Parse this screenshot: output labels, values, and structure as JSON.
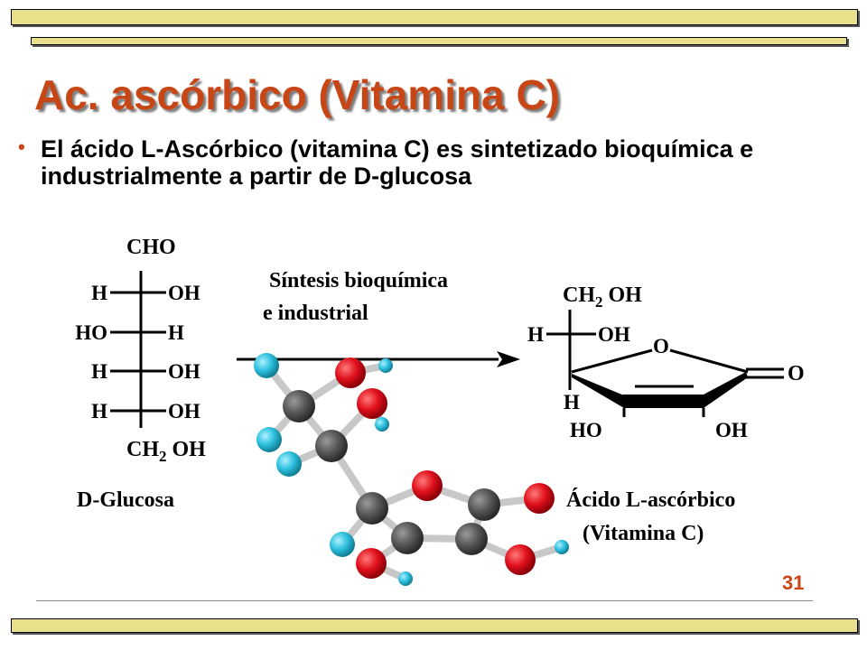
{
  "slide": {
    "title": "Ac. ascórbico (Vitamina C)",
    "bullet": "El ácido L-Ascórbico (vitamina C) es sintetizado bioquímica e industrialmente a partir de D-glucosa",
    "page_number": "31",
    "colors": {
      "accent": "#c84616",
      "bar": "#e8e08a",
      "oxygen": "#e0101c",
      "carbon": "#575757",
      "hydrogen": "#2cc0de"
    }
  },
  "glucose": {
    "top": "CHO",
    "rows": [
      {
        "left": "H",
        "right": "OH"
      },
      {
        "left": "HO",
        "right": "H"
      },
      {
        "left": "H",
        "right": "OH"
      },
      {
        "left": "H",
        "right": "OH"
      }
    ],
    "bottom_main": "CH",
    "bottom_sub": "2",
    "bottom_end": " OH",
    "name": "D-Glucosa"
  },
  "arrow": {
    "line1": "Síntesis bioquímica",
    "line2": "e industrial"
  },
  "ascorbic": {
    "ch2oh_main": "CH",
    "ch2oh_sub": "2",
    "ch2oh_end": " OH",
    "side_h": "H",
    "side_oh": "OH",
    "ring_o": "O",
    "keto_o": "O",
    "ring_h": "H",
    "ho": "HO",
    "oh": "OH",
    "name_line1": "Ácido L-ascórbico",
    "name_line2": "(Vitamina C)"
  }
}
